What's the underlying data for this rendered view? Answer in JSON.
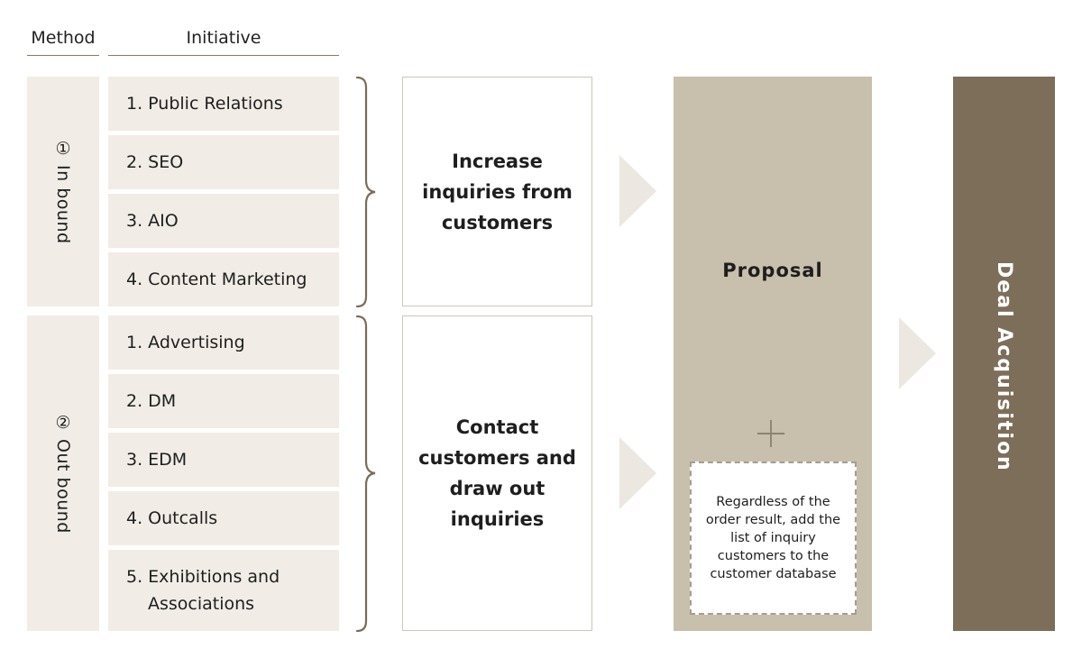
{
  "headers": {
    "method": "Method",
    "initiative": "Initiative"
  },
  "methods": [
    {
      "label": "① In bound",
      "items": [
        "1. Public Relations",
        "2. SEO",
        "3. AIO",
        "4. Content Marketing"
      ],
      "result": [
        "Increase",
        "inquiries from",
        "customers"
      ]
    },
    {
      "label": "② Out bound",
      "items": [
        "1. Advertising",
        "2. DM",
        "3. EDM",
        "4. Outcalls",
        "5. Exhibitions and Associations"
      ],
      "result": [
        "Contact",
        "customers and",
        "draw out",
        "inquiries"
      ]
    }
  ],
  "proposal": {
    "title": "Proposal",
    "note": "Regardless of the order result, add the list of inquiry customers to the customer database"
  },
  "deal": {
    "label": "Deal Acquisition"
  },
  "colors": {
    "light_beige": "#f1ede6",
    "proposal_tan": "#c8bfac",
    "deal_brown": "#7d6e5a",
    "arrow": "#ece8e1",
    "brace": "#7b6c58"
  },
  "icons": {
    "brace": "curly-brace-icon",
    "arrow": "chevron-arrow-icon",
    "plus": "plus-icon"
  }
}
